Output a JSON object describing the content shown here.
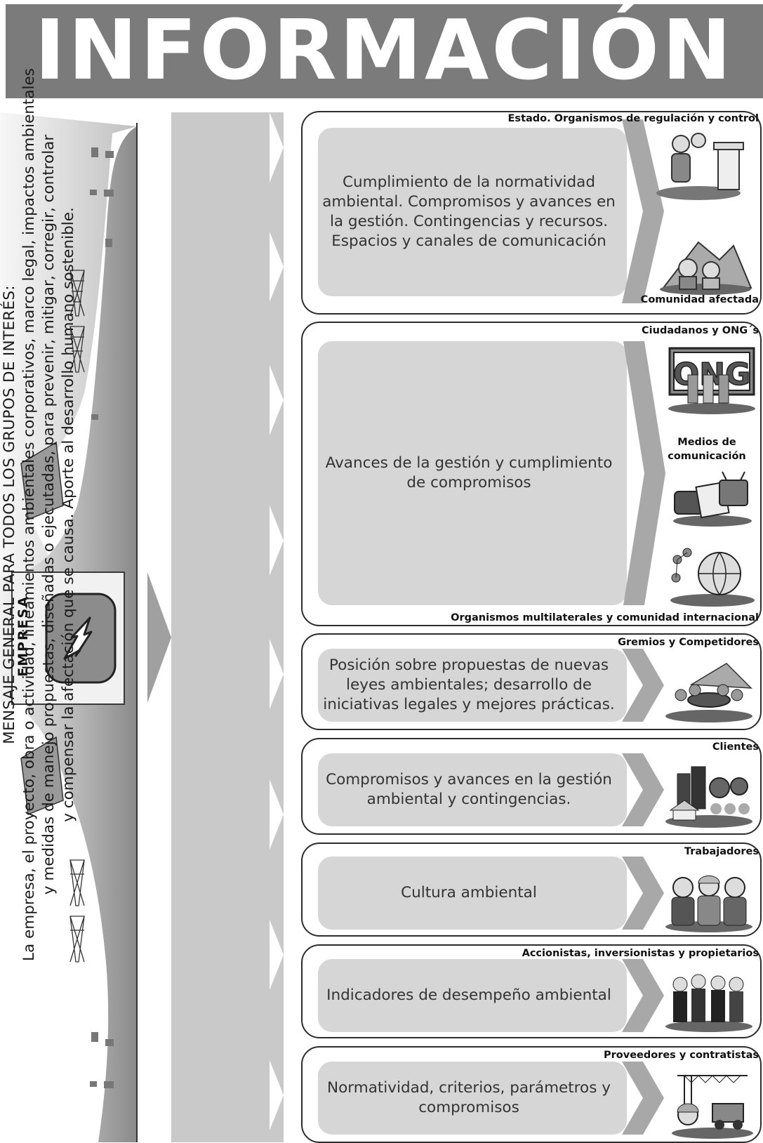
{
  "header": {
    "title": "INFORMACIÓN"
  },
  "empresa": {
    "label": "EMPRESA"
  },
  "message": {
    "title": "MENSAJE GENERAL PARA TODOS LOS GRUPOS DE INTERÉS:",
    "line1": "La empresa, el proyecto, obra o actividad, lineamientos ambientales corporativos, marco legal,  impactos ambientales",
    "line2": "y medidas de manejo propuestas, diseñadas o ejecutadas, para prevenir, mitigar, corregir, controlar",
    "line3": "y compensar la afectación que se causa. Aporte al desarrollo humano sostenible."
  },
  "groups": [
    {
      "labels": [
        "Estado. Organismos de regulación y control",
        "Comunidad  afectada"
      ],
      "text": "Cumplimiento de la normatividad ambiental. Compromisos y avances en la gestión. Contingencias y recursos. Espacios y canales de comunicación",
      "icons": [
        "regulator-icon",
        "community-icon"
      ]
    },
    {
      "labels": [
        "Ciudadanos y ONG´s",
        "Medios de comunicación",
        "Organismos multilaterales y comunidad internacional"
      ],
      "text": "Avances de la gestión y cumplimiento de compromisos",
      "icons": [
        "ngo-sign-icon",
        "media-icon",
        "globe-icon"
      ],
      "ngo_sign": "ONG"
    },
    {
      "labels": [
        "Gremios y Competidores"
      ],
      "text": "Posición sobre propuestas de nuevas leyes ambientales; desarrollo de iniciativas legales y mejores prácticas.",
      "icons": [
        "meeting-icon"
      ]
    },
    {
      "labels": [
        "Clientes"
      ],
      "text": "Compromisos y avances en la gestión ambiental y contingencias.",
      "icons": [
        "clients-icon"
      ]
    },
    {
      "labels": [
        "Trabajadores"
      ],
      "text": "Cultura ambiental",
      "icons": [
        "workers-icon"
      ]
    },
    {
      "labels": [
        "Accionistas, inversionistas y propietarios"
      ],
      "text": "Indicadores de desempeño ambiental",
      "icons": [
        "shareholders-icon"
      ]
    },
    {
      "labels": [
        "Proveedores y contratistas"
      ],
      "text": "Normatividad, criterios, parámetros y compromisos",
      "icons": [
        "contractor-icon"
      ]
    }
  ],
  "colors": {
    "header_bg": "#7b7b7b",
    "bar_bg": "#c9c9c9",
    "panel_fill": "#d6d6d6",
    "chevron": "#a8a8a8"
  }
}
